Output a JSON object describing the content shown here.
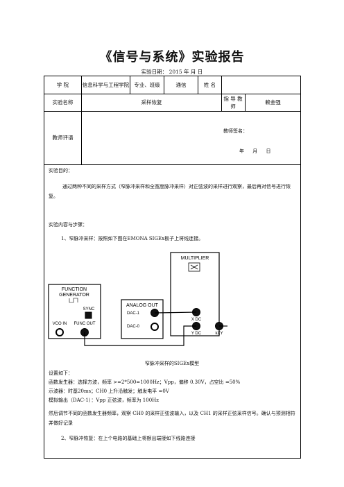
{
  "report": {
    "title": "《信号与系统》实验报告",
    "date_line": "实验日期：  2015   年     月     日"
  },
  "header_table": {
    "college_label": "学   院",
    "college_value": "信息科学与工程学院",
    "class_label": "专业、班级",
    "class_value": "通信",
    "name_label": "姓  名",
    "name_value": "",
    "experiment_label": "实验名称",
    "experiment_value": "采样恢复",
    "instructor_label": "指 导 教 师",
    "instructor_value": "赖金强",
    "evaluation_label": "教师评语",
    "signature_label": "教师签名：",
    "signature_date": "年       月       日"
  },
  "body": {
    "purpose_heading": "实验目的：",
    "purpose_text": "通过两种不同的采样方式（窄脉冲采样和全宽度脉冲采样）对正弦波的采样进行观察，最后再对信号进行恢复。",
    "content_heading": "实验内容与步骤：",
    "step1_intro": "1、窄脉冲采样：按照如下图在EMONA SIGEx板子上将线连接。",
    "figure_caption": "窄脉冲采样的SIGEx模型",
    "settings_heading": "设置如下：",
    "settings_lines": [
      "函数发生器：选择方波，频率 >=2*500=1000Hz；Vpp，偏移 0.30V，占空比 =50%",
      "示波器：时基20ms；CH0 上升沿触发；触发电平 =0V",
      "模拟输出（DAC-1）：Vpp 正弦波，频率为 100Hz"
    ],
    "observation_text": "然后调节不同的函数发生器频率，观察 CH0 的采样正弦波输入，以及 CH1 的采样正弦采样信号。确认与预测相符并做好记录",
    "step2_text": "2、窄脉冲恢复：在上个电路的基础上将额出端接如下线路连接"
  },
  "diagram": {
    "multiplier_label": "MULTIPLIER",
    "function_generator_label": "FUNCTION GENERATOR",
    "sync_label": "SYNC",
    "vco_in_label": "VCO IN",
    "func_out_label": "FUNC OUT",
    "analog_out_label": "ANALOG OUT",
    "dac1_label": "DAC-1",
    "dac0_label": "DAC-0",
    "x_dc_label": "X DC",
    "y_dc_label": "Y DC",
    "kxy_label": "kXY"
  }
}
